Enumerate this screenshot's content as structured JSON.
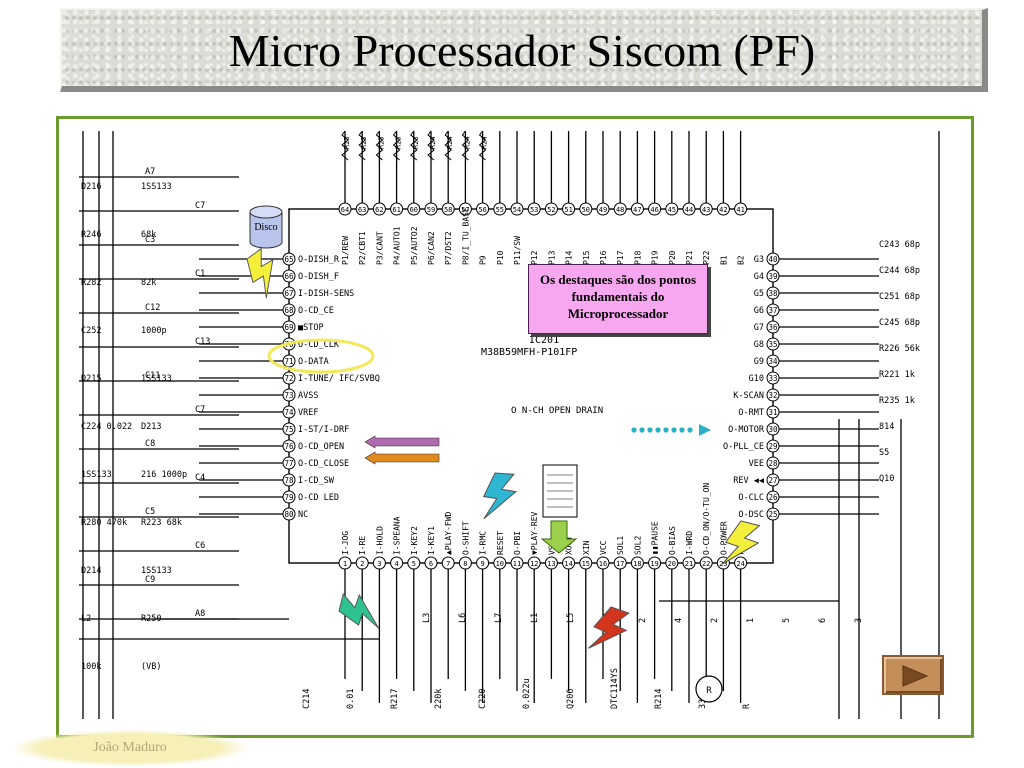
{
  "slide": {
    "title": "Micro Processador Siscom (PF)",
    "note": "Os destaques são dos pontos fundamentais do Microprocessador",
    "disco_label": "Disco",
    "author": "João Maduro",
    "next_icon": "play-triangle-icon"
  },
  "colors": {
    "frame_border": "#6b9b2a",
    "note_bg": "#f7a6f0",
    "highlight_ellipse": "#f3e85a",
    "arrow_purple": "#b06ab0",
    "arrow_orange": "#e08a1e",
    "arrow_cyan": "#2ab0c8",
    "down_arrow_green": "#9bd14a",
    "bolt_yellow": "#f3ef3a",
    "bolt_cyan": "#2fb6d3",
    "bolt_green": "#2ec28e",
    "bolt_red": "#d2351c",
    "play_button": "#c48e5a"
  },
  "schematic": {
    "ic_name": "IC201",
    "ic_part": "M38B59MFH-P101FP",
    "open_drain_note": "O  N-CH OPEN DRAIN",
    "left_pins": [
      {
        "num": "65",
        "label": "O-DISH_R"
      },
      {
        "num": "66",
        "label": "O-DISH_F"
      },
      {
        "num": "67",
        "label": "I-DISH-SENS"
      },
      {
        "num": "68",
        "label": "O-CD_CE"
      },
      {
        "num": "69",
        "label": "■STOP"
      },
      {
        "num": "70",
        "label": "O-CD_CLK"
      },
      {
        "num": "71",
        "label": "O-DATA"
      },
      {
        "num": "72",
        "label": "I-TUNE/ IFC/SVBQ"
      },
      {
        "num": "73",
        "label": "AVSS"
      },
      {
        "num": "74",
        "label": "VREF"
      },
      {
        "num": "75",
        "label": "I-ST/I-DRF"
      },
      {
        "num": "76",
        "label": "O-CD_OPEN"
      },
      {
        "num": "77",
        "label": "O-CD_CLOSE"
      },
      {
        "num": "78",
        "label": "I-CD_SW"
      },
      {
        "num": "79",
        "label": "O-CD LED"
      },
      {
        "num": "80",
        "label": "NC"
      }
    ],
    "right_pins": [
      {
        "num": "40",
        "label": "G3"
      },
      {
        "num": "39",
        "label": "G4"
      },
      {
        "num": "38",
        "label": "G5"
      },
      {
        "num": "37",
        "label": "G6"
      },
      {
        "num": "36",
        "label": "G7"
      },
      {
        "num": "35",
        "label": "G8"
      },
      {
        "num": "34",
        "label": "G9"
      },
      {
        "num": "33",
        "label": "G10"
      },
      {
        "num": "32",
        "label": "K-SCAN"
      },
      {
        "num": "31",
        "label": "O-RMT"
      },
      {
        "num": "30",
        "label": "O-MOTOR"
      },
      {
        "num": "29",
        "label": "O-PLL_CE"
      },
      {
        "num": "28",
        "label": "VEE"
      },
      {
        "num": "27",
        "label": "REV ◀◀"
      },
      {
        "num": "26",
        "label": "O-CLC"
      },
      {
        "num": "25",
        "label": "O-DSC"
      }
    ],
    "top_pins": [
      {
        "num": "64",
        "label": "P1/REW"
      },
      {
        "num": "63",
        "label": "P2/CBT1"
      },
      {
        "num": "62",
        "label": "P3/CANT"
      },
      {
        "num": "61",
        "label": "P4/AUTO1"
      },
      {
        "num": "60",
        "label": "P5/AUTO2"
      },
      {
        "num": "59",
        "label": "P6/CAN2"
      },
      {
        "num": "58",
        "label": "P7/DST2"
      },
      {
        "num": "57",
        "label": "P8/I_TU_BASE"
      },
      {
        "num": "56",
        "label": "P9"
      },
      {
        "num": "55",
        "label": "P10"
      },
      {
        "num": "54",
        "label": "P11/SW"
      },
      {
        "num": "53",
        "label": "P12"
      },
      {
        "num": "52",
        "label": "P13"
      },
      {
        "num": "51",
        "label": "P14"
      },
      {
        "num": "50",
        "label": "P15"
      },
      {
        "num": "49",
        "label": "P16"
      },
      {
        "num": "48",
        "label": "P17"
      },
      {
        "num": "47",
        "label": "P18"
      },
      {
        "num": "46",
        "label": "P19"
      },
      {
        "num": "45",
        "label": "P20"
      },
      {
        "num": "44",
        "label": "P21"
      },
      {
        "num": "43",
        "label": "P22"
      },
      {
        "num": "42",
        "label": "B1"
      },
      {
        "num": "41",
        "label": "B2"
      }
    ],
    "bottom_pins": [
      {
        "num": "1",
        "label": "I-JOG"
      },
      {
        "num": "2",
        "label": "I-RE"
      },
      {
        "num": "3",
        "label": "I-HOLD"
      },
      {
        "num": "4",
        "label": "I-SPEANA"
      },
      {
        "num": "5",
        "label": "I-KEY2"
      },
      {
        "num": "6",
        "label": "I-KEY1"
      },
      {
        "num": "7",
        "label": "▲PLAY-FWD"
      },
      {
        "num": "8",
        "label": "O-SHIFT"
      },
      {
        "num": "9",
        "label": "I-RMC"
      },
      {
        "num": "10",
        "label": "RESET"
      },
      {
        "num": "11",
        "label": "O-PBI"
      },
      {
        "num": "12",
        "label": "▼PLAY-REV"
      },
      {
        "num": "13",
        "label": "VSS"
      },
      {
        "num": "14",
        "label": "XOUT"
      },
      {
        "num": "15",
        "label": "XIN"
      },
      {
        "num": "16",
        "label": "VCC"
      },
      {
        "num": "17",
        "label": "SOL1"
      },
      {
        "num": "18",
        "label": "SOL2"
      },
      {
        "num": "19",
        "label": "▮▮PAUSE"
      },
      {
        "num": "20",
        "label": "O-BIAS"
      },
      {
        "num": "21",
        "label": "I-WRD"
      },
      {
        "num": "22",
        "label": "O-CD_ON/O-TU_ON"
      },
      {
        "num": "23",
        "label": "O-POWER"
      },
      {
        "num": "24",
        "label": "FF"
      }
    ],
    "top_resistors": [
      "R23",
      "R23",
      "R23",
      "R23",
      "R23",
      "R24",
      "R24",
      "R24",
      "R24"
    ],
    "left_signals": [
      "A7",
      "C7",
      "C3",
      "C1",
      "C12",
      "C13",
      "C11",
      "C7",
      "C8",
      "C4",
      "C5",
      "C6",
      "C9",
      "A8"
    ],
    "left_parts": [
      "D216",
      "1SS133",
      "R246",
      "68k",
      "R282",
      "82k",
      "C252",
      "1000p",
      "D215",
      "1SS133",
      "C224 0.022",
      "D213",
      "1SS133",
      "216 1000p",
      "R280 470k",
      "R223 68k",
      "D214",
      "1SS133",
      "L2",
      "R250",
      "100k",
      "(VB)"
    ],
    "right_parts": [
      "C243 68p",
      "C244 68p",
      "C251 68p",
      "C245 68p",
      "R226 56k",
      "R221 1k",
      "R235 1k",
      "814",
      "S5",
      "Q10"
    ],
    "bottom_parts": [
      "C214",
      "0.01",
      "R217",
      "220k",
      "C220",
      "0.022u",
      "Q206",
      "DTC114YS",
      "R214",
      "33k",
      "R"
    ],
    "bottom_signals": [
      "L3",
      "L6",
      "L7",
      "L1",
      "L5",
      "L4",
      "2",
      "4",
      "2",
      "1",
      "5",
      "6",
      "3"
    ]
  }
}
